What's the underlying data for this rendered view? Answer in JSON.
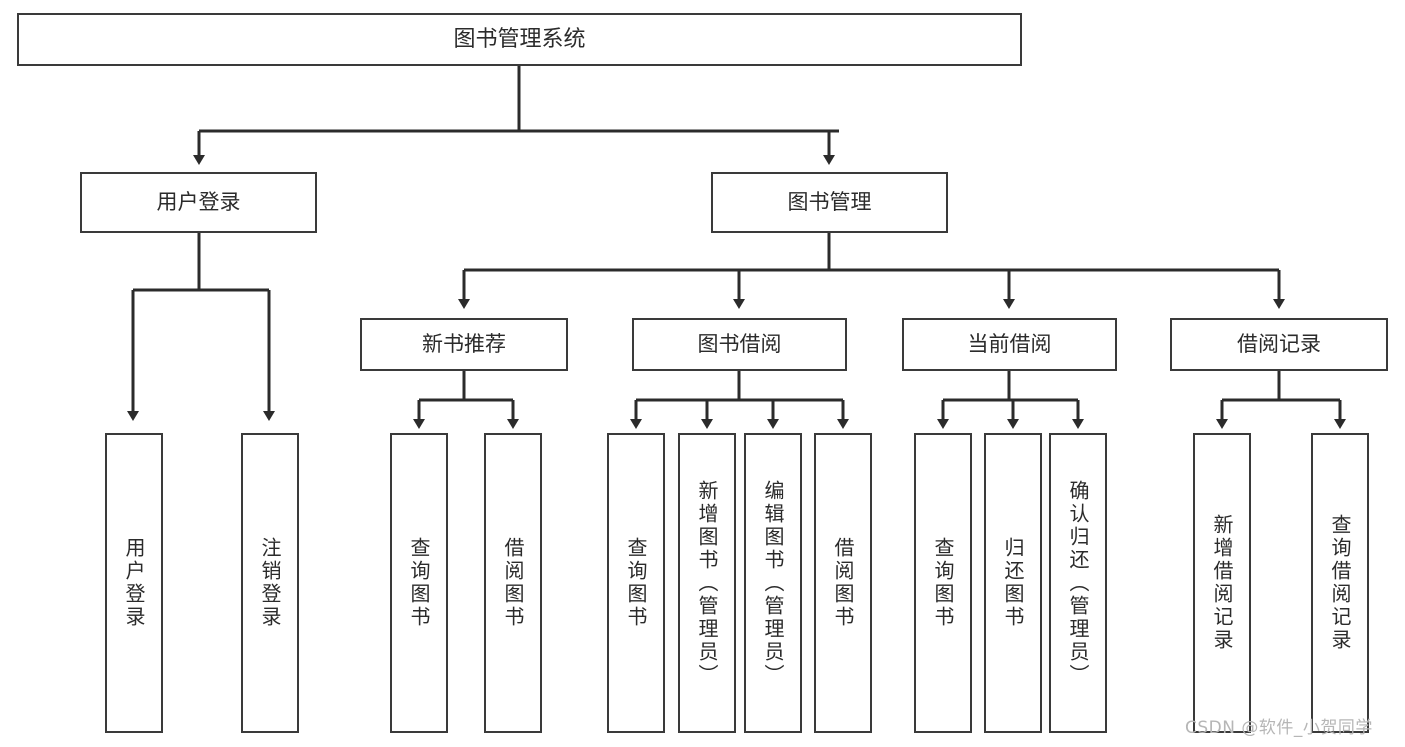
{
  "diagram": {
    "title": "图书管理系统",
    "type": "tree-hierarchy-diagram",
    "colors": {
      "background": "#ffffff",
      "box_border": "#3a3a3a",
      "connector": "#2b2b2b",
      "text": "#2b2b2b",
      "watermark": "#b6b6b6"
    },
    "root": {
      "label": "图书管理系统"
    },
    "level2": [
      {
        "label": "用户登录"
      },
      {
        "label": "图书管理"
      }
    ],
    "level3": [
      {
        "label": "新书推荐"
      },
      {
        "label": "图书借阅"
      },
      {
        "label": "当前借阅"
      },
      {
        "label": "借阅记录"
      }
    ],
    "leaves": {
      "user_login": [
        {
          "label": "用户登录"
        },
        {
          "label": "注销登录"
        }
      ],
      "new_book_recommend": [
        {
          "label": "查询图书"
        },
        {
          "label": "借阅图书"
        }
      ],
      "book_borrow": [
        {
          "label": "查询图书"
        },
        {
          "label": "新增图书（管理员）"
        },
        {
          "label": "编辑图书（管理员）"
        },
        {
          "label": "借阅图书"
        }
      ],
      "current_borrow": [
        {
          "label": "查询图书"
        },
        {
          "label": "归还图书"
        },
        {
          "label": "确认归还（管理员）"
        }
      ],
      "borrow_record": [
        {
          "label": "新增借阅记录"
        },
        {
          "label": "查询借阅记录"
        }
      ]
    },
    "watermark": "CSDN @软件_小贺同学"
  }
}
